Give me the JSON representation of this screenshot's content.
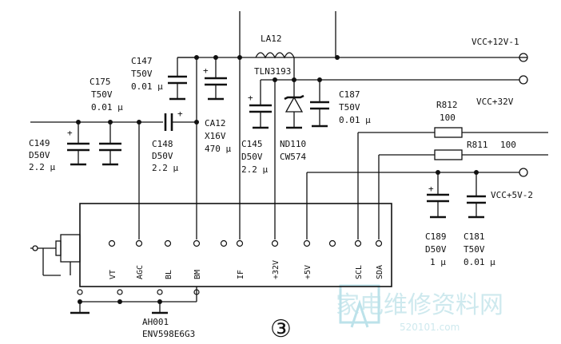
{
  "rails": {
    "vcc12": "VCC+12V-1",
    "vcc32": "VCC+32V",
    "vcc5": "VCC+5V-2"
  },
  "components": {
    "c175": {
      "ref": "C175",
      "spec": "T50V",
      "val": "0.01 μ"
    },
    "c147": {
      "ref": "C147",
      "spec": "T50V",
      "val": "0.01 μ"
    },
    "c149": {
      "ref": "C149",
      "spec": "D50V",
      "val": "2.2 μ"
    },
    "c148": {
      "ref": "C148",
      "spec": "D50V",
      "val": "2.2 μ"
    },
    "ca12": {
      "ref": "CA12",
      "spec": "X16V",
      "val": "470 μ"
    },
    "c145": {
      "ref": "C145",
      "spec": "D50V",
      "val": "2.2 μ"
    },
    "nd110": {
      "ref": "ND110",
      "val": "CW574"
    },
    "c187": {
      "ref": "C187",
      "spec": "T50V",
      "val": "0.01 μ"
    },
    "la12": {
      "ref": "LA12",
      "val": "TLN3193"
    },
    "r812": {
      "ref": "R812",
      "val": "100"
    },
    "r811": {
      "ref": "R811",
      "val": "100"
    },
    "c189": {
      "ref": "C189",
      "spec": "D50V",
      "val": "1 μ"
    },
    "c181": {
      "ref": "C181",
      "spec": "T50V",
      "val": "0.01 μ"
    }
  },
  "module": {
    "ref": "AH001",
    "part": "ENV598E6G3",
    "pins": [
      "VT",
      "AGC",
      "BL",
      "BM",
      "IF",
      "+32V",
      "+5V",
      "SCL",
      "SDA"
    ]
  },
  "figure_number": "③",
  "watermark": {
    "cn": "家电维修资料网",
    "url": "520101.com"
  },
  "symbols": {
    "plus": "+"
  }
}
